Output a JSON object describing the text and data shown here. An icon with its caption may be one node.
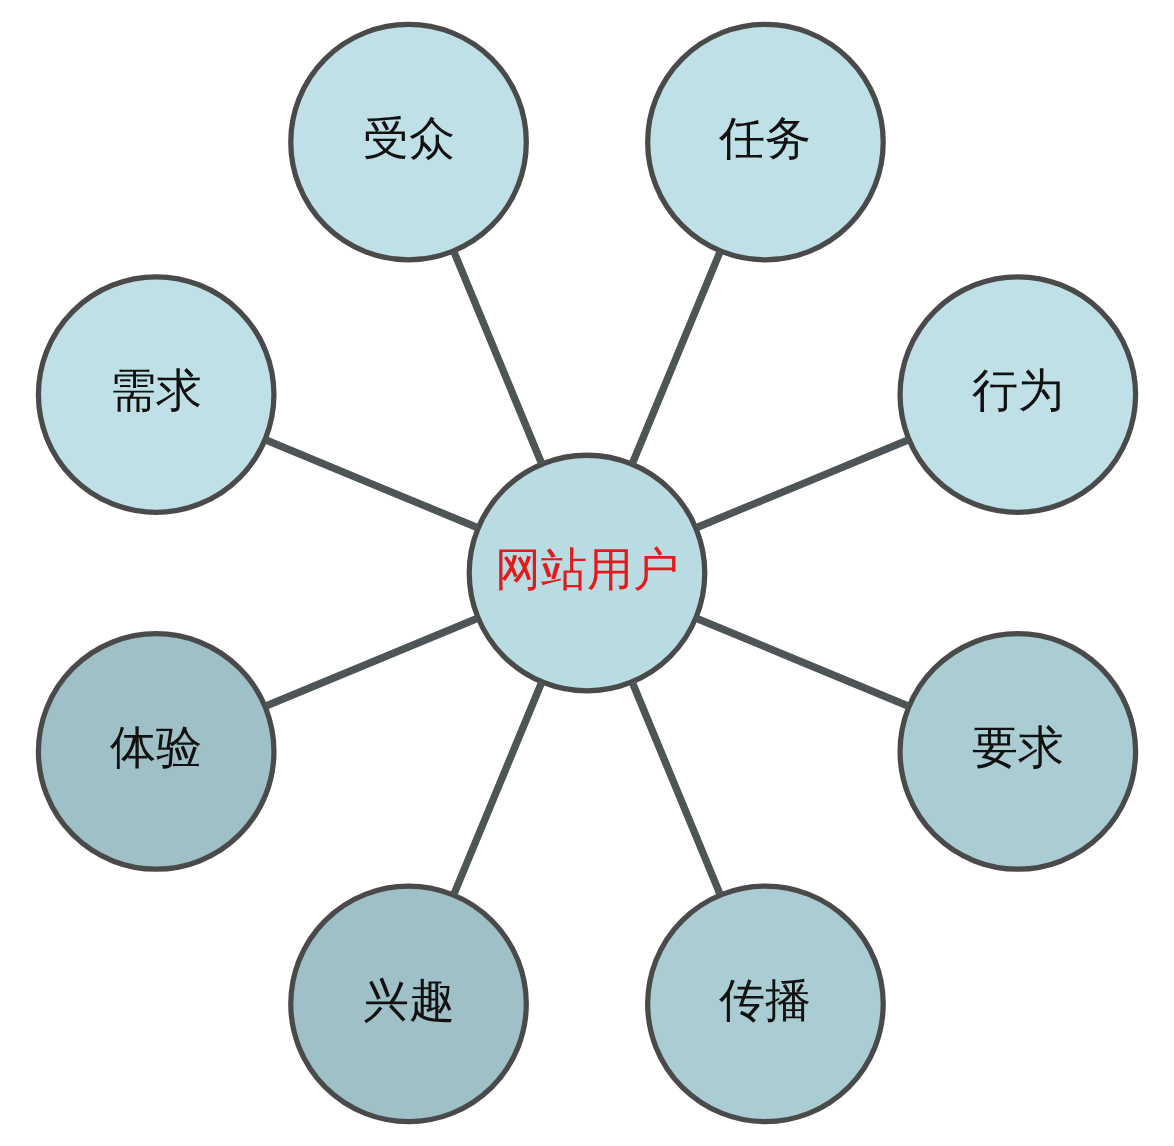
{
  "diagram": {
    "nodes": [
      {
        "text": [
          "网站用户"
        ]
      },
      {
        "text": [
          "行为"
        ]
      },
      {
        "text": [
          "任务"
        ]
      },
      {
        "text": [
          "受众"
        ]
      },
      {
        "text": [
          "需求"
        ]
      },
      {
        "text": [
          "体验"
        ]
      },
      {
        "text": [
          "兴趣"
        ]
      },
      {
        "text": [
          "传播"
        ]
      },
      {
        "text": [
          "要求"
        ]
      }
    ],
    "edges": [
      {
        "from": 0,
        "to": 1,
        "arrow": "none"
      },
      {
        "from": 0,
        "to": 2,
        "arrow": "none"
      },
      {
        "from": 0,
        "to": 3,
        "arrow": "none"
      },
      {
        "from": 0,
        "to": 4,
        "arrow": "none"
      },
      {
        "from": 0,
        "to": 5,
        "arrow": "none"
      },
      {
        "from": 0,
        "to": 6,
        "arrow": "none"
      },
      {
        "from": 0,
        "to": 7,
        "arrow": "none"
      },
      {
        "from": 0,
        "to": 8,
        "arrow": "none"
      }
    ]
  }
}
